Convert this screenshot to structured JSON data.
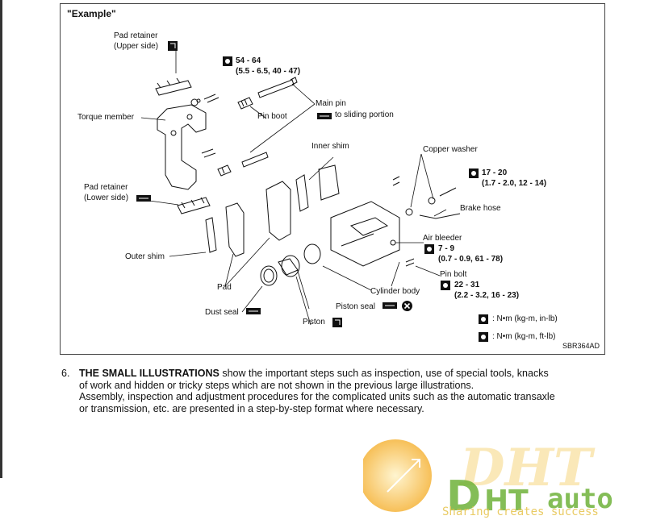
{
  "figure": {
    "title": "\"Example\"",
    "code": "SBR364AD",
    "labels": {
      "pad_retainer_upper": "Pad retainer",
      "pad_retainer_upper_2": "(Upper side)",
      "torque_upper": "54 - 64",
      "torque_upper_2": "(5.5 - 6.5, 40 - 47)",
      "torque_member": "Torque member",
      "pin_boot": "Pin boot",
      "main_pin": "Main pin",
      "main_pin_2": "to sliding portion",
      "inner_shim": "Inner shim",
      "copper_washer": "Copper washer",
      "torque_hose": "17 - 20",
      "torque_hose_2": "(1.7 - 2.0, 12 - 14)",
      "brake_hose": "Brake hose",
      "pad_retainer_lower": "Pad retainer",
      "pad_retainer_lower_2": "(Lower side)",
      "outer_shim": "Outer shim",
      "air_bleeder": "Air bleeder",
      "torque_bleeder": "7 - 9",
      "torque_bleeder_2": "(0.7 - 0.9, 61 - 78)",
      "pin_bolt": "Pin bolt",
      "torque_pinbolt": "22 - 31",
      "torque_pinbolt_2": "(2.2 - 3.2, 16 - 23)",
      "pad": "Pad",
      "cylinder_body": "Cylinder body",
      "dust_seal": "Dust seal",
      "piston_seal": "Piston seal",
      "piston": "Piston",
      "legend_inlb": ": N•m (kg-m, in-lb)",
      "legend_ftlb": ": N•m (kg-m, ft-lb)"
    }
  },
  "paragraph": {
    "number": "6.",
    "lead": "THE SMALL ILLUSTRATIONS",
    "line1_rest": " show the important steps such as inspection, use of special tools, knacks",
    "line2": "of work and hidden or tricky steps which are not shown in the previous large illustrations.",
    "line3": "Assembly, inspection and adjustment procedures for the complicated units such as the automatic transaxle",
    "line4": "or transmission, etc. are presented in a step-by-step format where necessary."
  },
  "watermark": {
    "brand": "DHT auto",
    "slogan": "Sharing creates success",
    "colors": {
      "orange": "#f5b43a",
      "green": "#6fb23a",
      "gold": "#e6c24a"
    }
  }
}
